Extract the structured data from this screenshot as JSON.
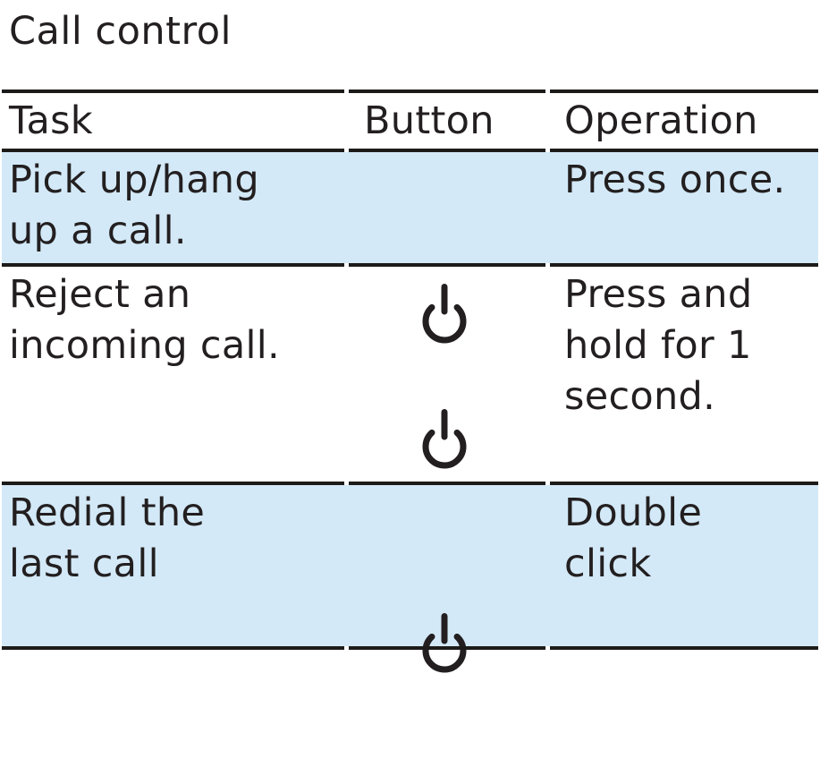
{
  "page": {
    "title": "Call control"
  },
  "colors": {
    "text": "#231f20",
    "rule": "#1d1b1a",
    "row_highlight": "#d3e9f7",
    "background": "#ffffff"
  },
  "table": {
    "columns": [
      {
        "label": "Task"
      },
      {
        "label": "Button"
      },
      {
        "label": "Operation"
      }
    ],
    "rows": [
      {
        "task": "Pick up/hang\nup a call.",
        "button_icon": "power-icon",
        "operation": "Press once.",
        "highlighted": true
      },
      {
        "task": "Reject an\nincoming call.",
        "button_icon": "power-icon",
        "operation": "Press and\nhold for 1\nsecond.",
        "highlighted": false
      },
      {
        "task": "Redial the\nlast call",
        "button_icon": "power-icon",
        "operation": "Double\nclick",
        "highlighted": true
      }
    ]
  }
}
